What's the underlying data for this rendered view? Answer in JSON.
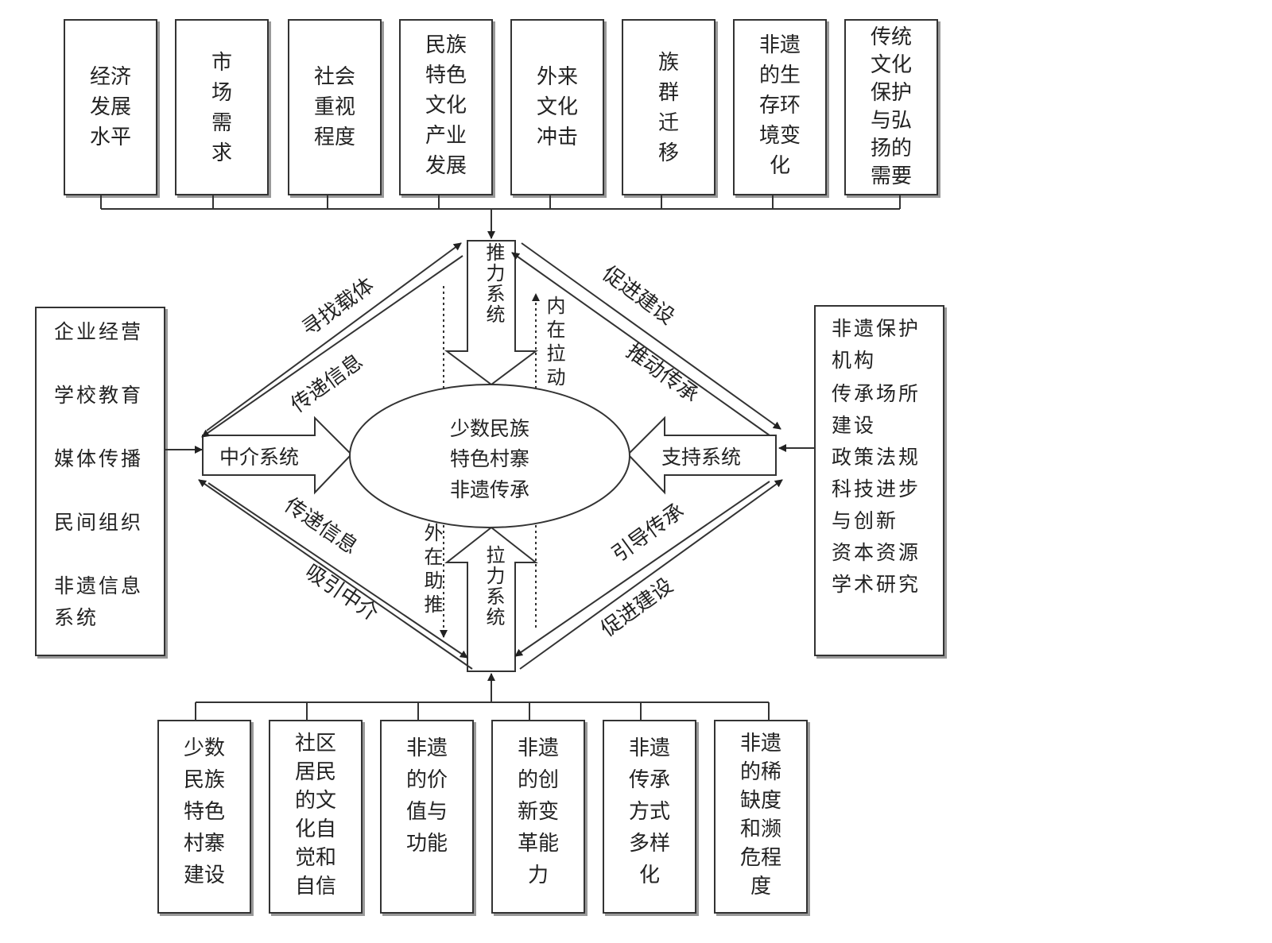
{
  "top_factors": [
    "经济\n发展\n水平",
    "市\n场\n需\n求",
    "社会\n重视\n程度",
    "民族\n特色\n文化\n产业\n发展",
    "外来\n文化\n冲击",
    "族\n群\n迁\n移",
    "非遗\n的生\n存环\n境变\n化",
    "传统\n文化\n保护\n与弘\n扬的\n需要"
  ],
  "bottom_factors": [
    "少数\n民族\n特色\n村寨\n建设",
    "社区\n居民\n的文\n化自\n觉和\n自信",
    "非遗\n的价\n值与\n功能",
    "非遗\n的创\n新变\n革能\n力",
    "非遗\n传承\n方式\n多样\n化",
    "非遗\n的稀\n缺度\n和濒\n危程\n度"
  ],
  "left_items": [
    "企业经营",
    "学校教育",
    "媒体传播",
    "民间组织",
    "非遗信息\n系统"
  ],
  "right_items": [
    "非遗保护\n机构",
    "传承场所\n建设",
    "政策法规",
    "科技进步\n与创新",
    "资本资源",
    "学术研究"
  ],
  "center": {
    "line1": "少数民族",
    "line2": "特色村寨",
    "line3": "非遗传承"
  },
  "systems": {
    "push": "推力系统",
    "pull": "拉力系统",
    "intermediary": "中介系统",
    "support": "支持系统"
  },
  "forces": {
    "inner": "内在拉动",
    "outer": "外在助推"
  },
  "edge_labels": {
    "ul_outer": "寻找载体",
    "ul_inner": "传递信息",
    "ur_outer": "促进建设",
    "ur_inner": "推动传承",
    "ll_inner": "传递信息",
    "ll_outer": "吸引中介",
    "lr_inner": "引导传承",
    "lr_outer": "促进建设"
  }
}
